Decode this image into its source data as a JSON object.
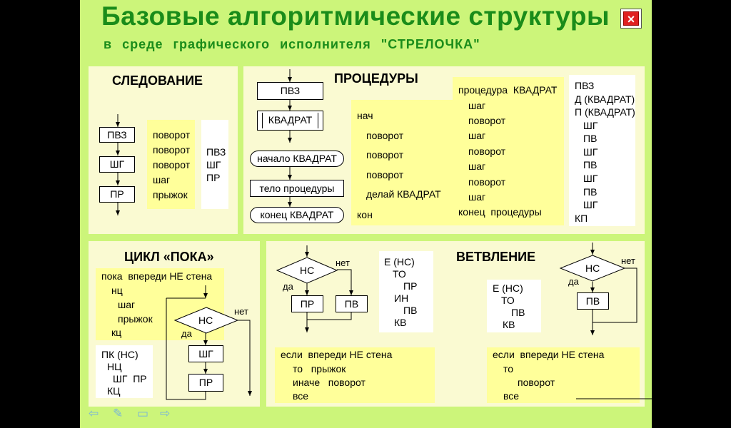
{
  "title": "Базовые  алгоритмические  структуры",
  "subtitle": "в  среде   графического  исполнителя  \"СТРЕЛОЧКА\"",
  "close_icon": "×",
  "sections": {
    "sequence": {
      "heading": "СЛЕДОВАНИЕ",
      "blocks": [
        "ПВЗ",
        "ШГ",
        "ПР"
      ],
      "commands": [
        "поворот",
        "поворот",
        "поворот",
        "шаг",
        "прыжок"
      ],
      "codes": [
        "ПВЗ",
        "ШГ",
        "ПР"
      ]
    },
    "procedures": {
      "heading": "ПРОЦЕДУРЫ",
      "blocks": [
        "ПВЗ",
        "КВАДРАТ",
        "начало КВАДРАТ",
        "тело  процедуры",
        "конец КВАДРАТ"
      ],
      "main_program": [
        "нач",
        "поворот",
        "поворот",
        "поворот",
        "делай КВАДРАТ",
        "кон"
      ],
      "procedure": [
        "процедура  КВАДРАТ",
        "шаг",
        "поворот",
        "шаг",
        "поворот",
        "шаг",
        "поворот",
        "шаг",
        "конец  процедуры"
      ],
      "codes": [
        "ПВЗ",
        "Д (КВАДРАТ)",
        "П (КВАДРАТ)",
        "ШГ",
        "ПВ",
        "ШГ",
        "ПВ",
        "ШГ",
        "ПВ",
        "ШГ",
        "КП"
      ]
    },
    "loop": {
      "heading": "ЦИКЛ «ПОКА»",
      "program": [
        "пока  впереди НЕ стена",
        "нц",
        "шаг",
        "прыжок",
        "кц"
      ],
      "codes": [
        "ПК (НС)",
        "НЦ",
        "ШГ  ПР",
        "КЦ"
      ],
      "condition": "НС",
      "no_label": "нет",
      "yes_label": "да",
      "blocks": [
        "ШГ",
        "ПР"
      ]
    },
    "branch": {
      "heading": "ВЕТВЛЕНИЕ",
      "full": {
        "condition": "НС",
        "no_label": "нет",
        "yes_label": "да",
        "yes_block": "ПР",
        "no_block": "ПВ",
        "codes": [
          "Е (НС)",
          "ТО",
          "ПР",
          "ИН",
          "ПВ",
          "КВ"
        ],
        "program": [
          "если  впереди НЕ стена",
          "то   прыжок",
          "иначе   поворот",
          "все"
        ]
      },
      "short": {
        "condition": "НС",
        "no_label": "нет",
        "yes_label": "да",
        "yes_block": "ПВ",
        "codes": [
          "Е (НС)",
          "ТО",
          "ПВ",
          "КВ"
        ],
        "program": [
          "если  впереди НЕ стена",
          "то",
          "поворот",
          "все"
        ]
      }
    }
  },
  "nav": {
    "prev_icon": "⇦",
    "pen_icon": "✎",
    "menu_icon": "▭",
    "next_icon": "⇨"
  }
}
